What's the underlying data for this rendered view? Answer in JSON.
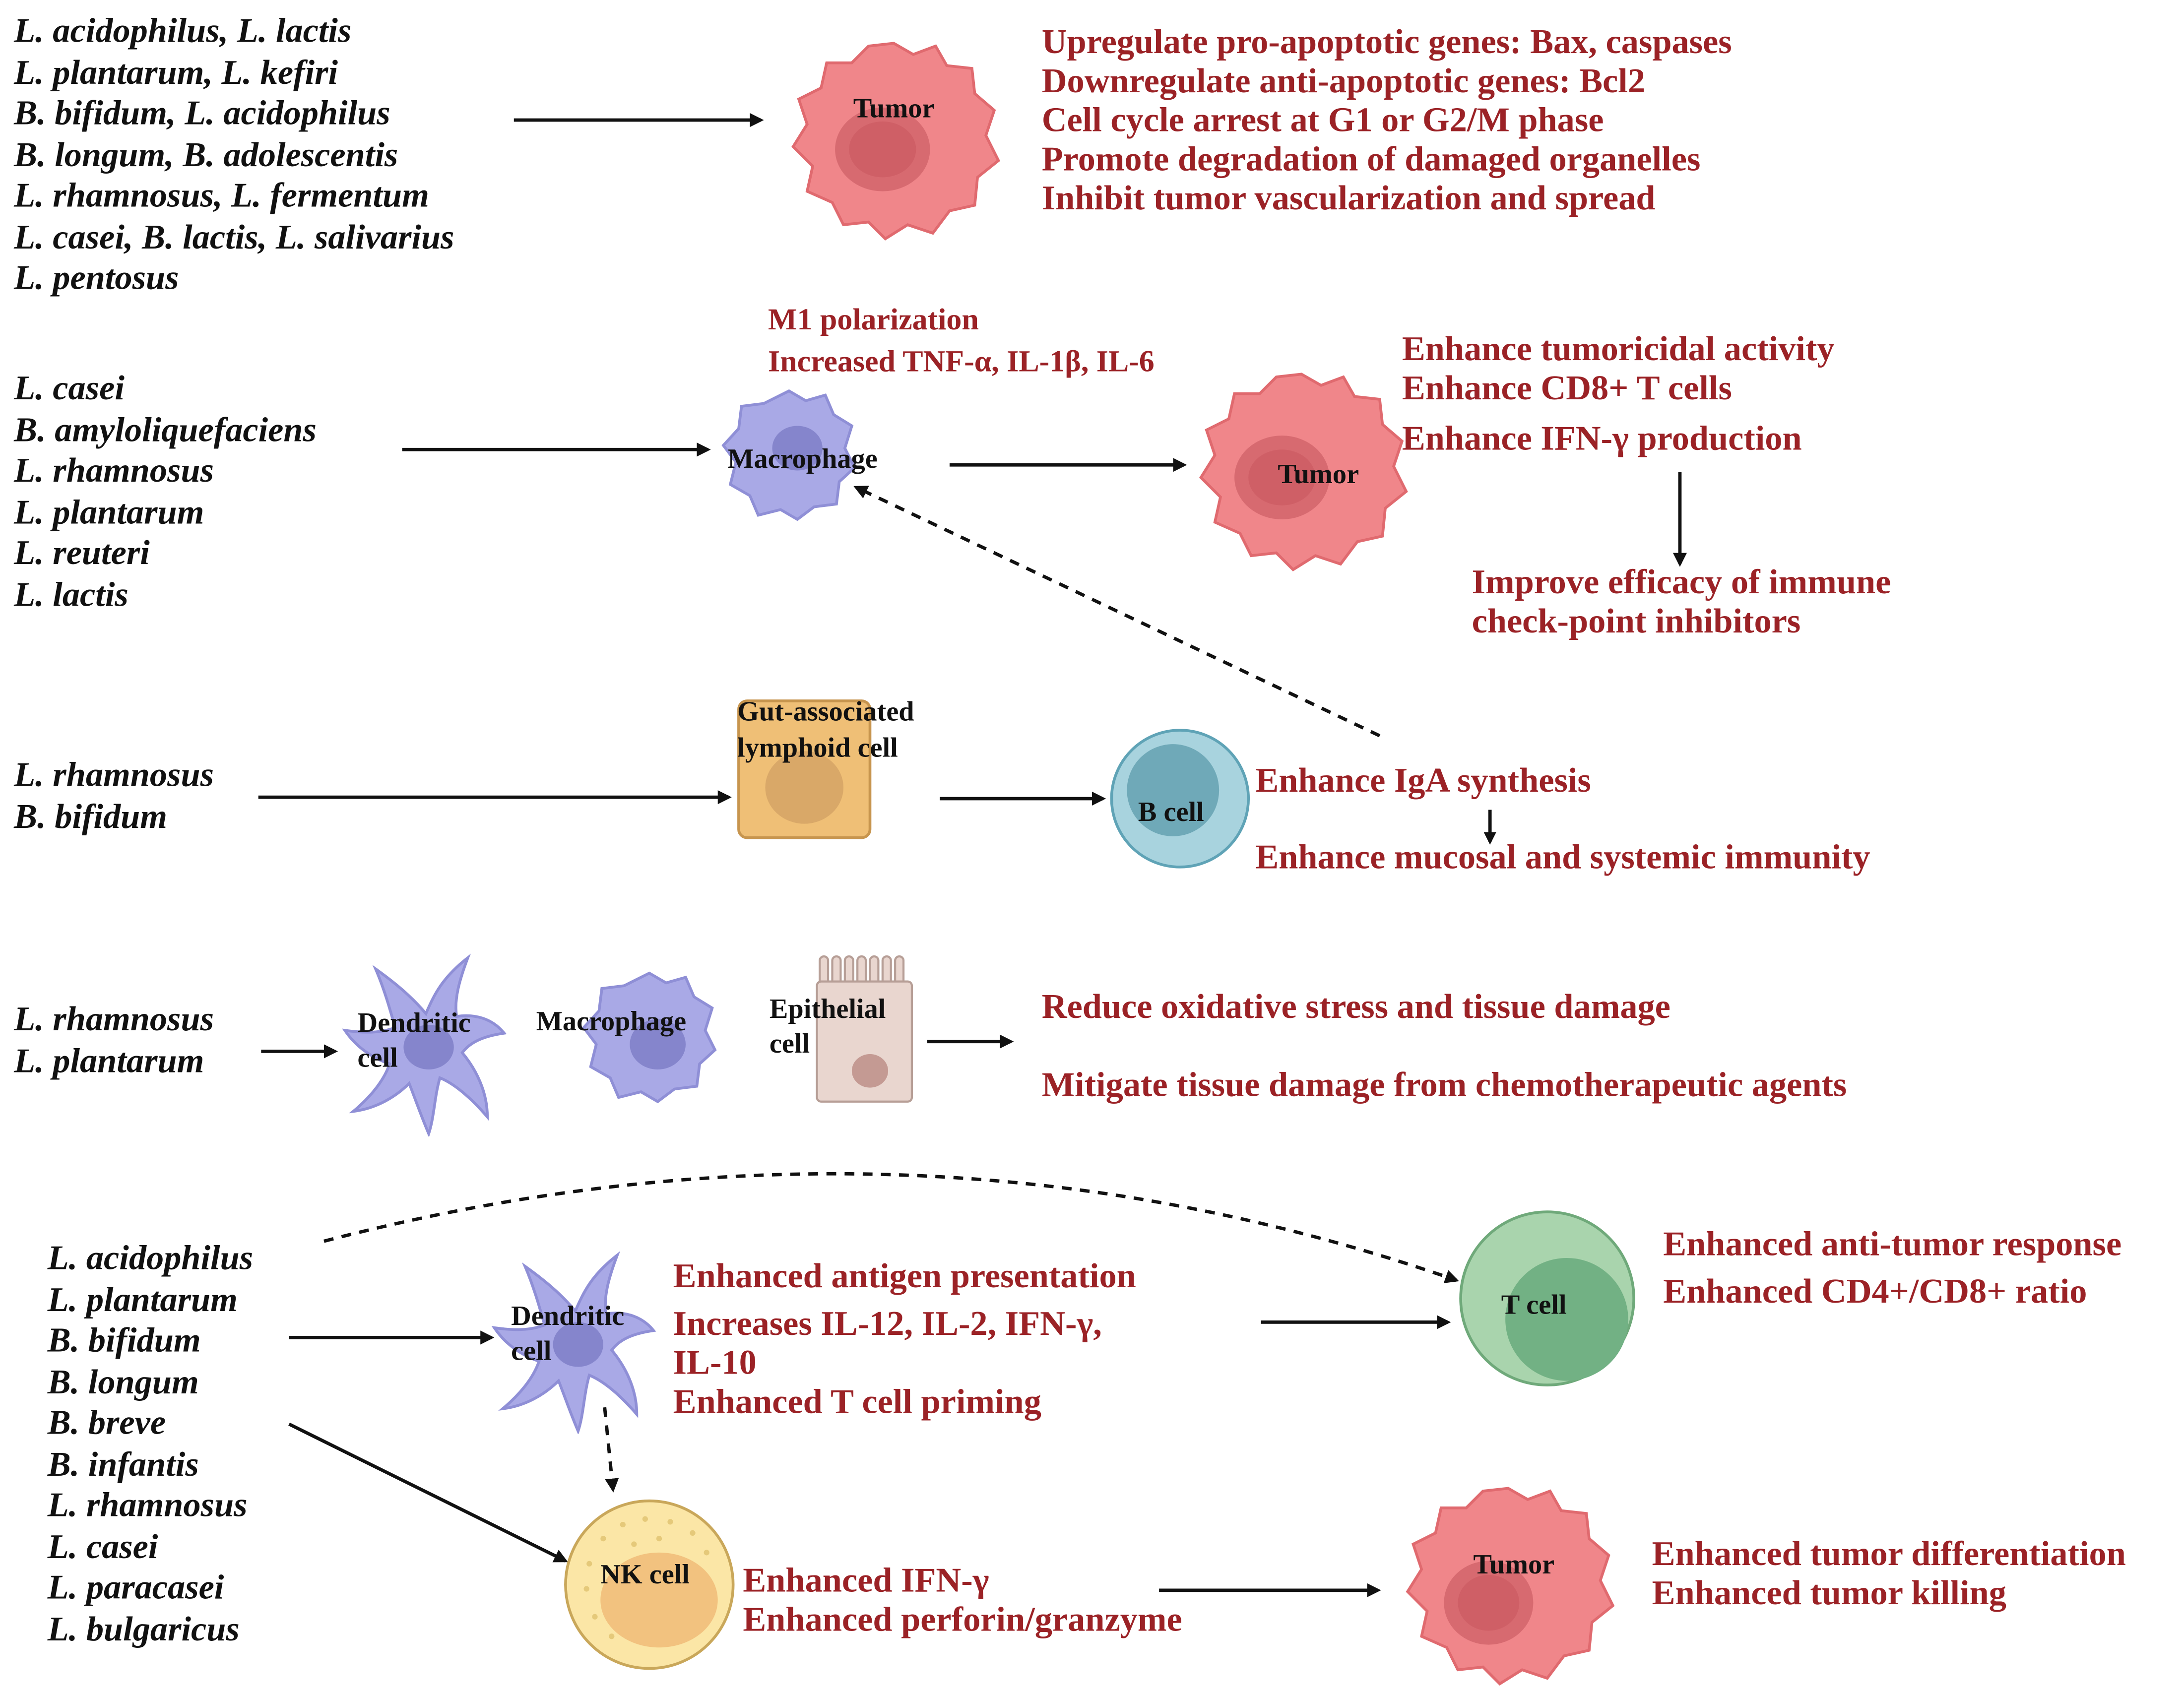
{
  "colors": {
    "effect_text": "#9b2226",
    "tumor": "#f0868a",
    "macrophage": "#a9a9e6",
    "b_cell": "#a8d3de",
    "t_cell": "#a9d4ad",
    "nk_cell": "#fbe6a6",
    "gut_cell": "#efbf76",
    "epithelial": "#e9d6cf"
  },
  "icons": [
    "tumor-cell-icon",
    "macrophage-icon",
    "dendritic-cell-icon",
    "b-cell-icon",
    "t-cell-icon",
    "nk-cell-icon",
    "gut-lymphoid-cell-icon",
    "epithelial-cell-icon"
  ],
  "row1": {
    "bacteria": [
      "L. acidophilus, L. lactis",
      "L. plantarum, L. kefiri",
      "B. bifidum, L. acidophilus",
      "B. longum, B. adolescentis",
      "L. rhamnosus, L. fermentum",
      "L. casei, B. lactis, L. salivarius",
      "L. pentosus"
    ],
    "tumor_label": "Tumor",
    "effects": [
      "Upregulate pro-apoptotic genes: Bax, caspases",
      "Downregulate anti-apoptotic genes: Bcl2",
      "Cell cycle arrest at G1 or G2/M phase",
      "Promote degradation of damaged organelles",
      "Inhibit tumor vascularization and spread"
    ]
  },
  "row2": {
    "bacteria": [
      "L. casei",
      "B. amyloliquefaciens",
      "L. rhamnosus",
      "L. plantarum",
      "L. reuteri",
      "L. lactis"
    ],
    "macrophage_label": "Macrophage",
    "macrophage_effects": [
      "M1 polarization",
      "Increased TNF-α, IL-1β, IL-6"
    ],
    "tumor_label": "Tumor",
    "tumor_effects": [
      "Enhance tumoricidal activity",
      "Enhance CD8+ T cells",
      "Enhance IFN-γ production"
    ],
    "downstream": [
      "Improve efficacy of immune",
      "check-point inhibitors"
    ]
  },
  "row3": {
    "bacteria": [
      "L. rhamnosus",
      "B. bifidum"
    ],
    "gut_label": [
      "Gut-associated",
      "lymphoid cell"
    ],
    "b_cell_label": "B cell",
    "effects": [
      "Enhance IgA synthesis",
      "Enhance mucosal and systemic immunity"
    ]
  },
  "row4": {
    "bacteria": [
      "L. rhamnosus",
      "L. plantarum"
    ],
    "dendritic_label": [
      "Dendritic",
      "cell"
    ],
    "macrophage_label": "Macrophage",
    "epithelial_label": [
      "Epithelial",
      "cell"
    ],
    "effects": [
      "Reduce oxidative stress and tissue damage",
      "Mitigate tissue damage from chemotherapeutic agents"
    ]
  },
  "row5": {
    "bacteria": [
      "L. acidophilus",
      "L. plantarum",
      "B. bifidum",
      "B. longum",
      "B. breve",
      "B. infantis",
      "L. rhamnosus",
      "L. casei",
      "L. paracasei",
      "L. bulgaricus"
    ],
    "dendritic_label": [
      "Dendritic",
      "cell"
    ],
    "dendritic_effects": [
      "Enhanced antigen presentation",
      "Increases IL-12, IL-2, IFN-γ,",
      "IL-10",
      "Enhanced T cell priming"
    ],
    "t_cell_label": "T cell",
    "t_cell_effects": [
      "Enhanced anti-tumor response",
      "Enhanced CD4+/CD8+ ratio"
    ],
    "nk_label": "NK cell",
    "nk_effects": [
      "Enhanced IFN-γ",
      "Enhanced perforin/granzyme"
    ],
    "tumor_label": "Tumor",
    "tumor_effects": [
      "Enhanced tumor differentiation",
      "Enhanced tumor killing"
    ]
  }
}
